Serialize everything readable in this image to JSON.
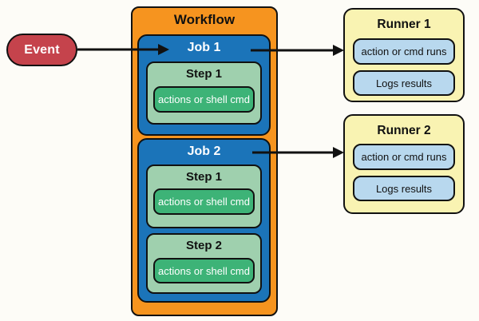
{
  "event": {
    "label": "Event"
  },
  "workflow": {
    "title": "Workflow",
    "jobs": [
      {
        "title": "Job 1",
        "steps": [
          {
            "title": "Step 1",
            "command": "actions or shell cmd"
          }
        ]
      },
      {
        "title": "Job 2",
        "steps": [
          {
            "title": "Step 1",
            "command": "actions or shell cmd"
          },
          {
            "title": "Step 2",
            "command": "actions or shell cmd"
          }
        ]
      }
    ]
  },
  "runners": [
    {
      "title": "Runner 1",
      "items": [
        "action or cmd runs",
        "Logs results"
      ]
    },
    {
      "title": "Runner 2",
      "items": [
        "action or cmd runs",
        "Logs results"
      ]
    }
  ],
  "palette": {
    "background": "#fdfcf7",
    "event_fill": "#c5434c",
    "workflow_fill": "#f6941f",
    "job_fill": "#1b74b9",
    "step_fill": "#9fd0ae",
    "command_fill": "#3db377",
    "runner_fill": "#f9f3b2",
    "runner_item_fill": "#b8d8ee",
    "outline": "#111111",
    "arrow": "#111111",
    "job_text": "#ffffff",
    "event_text": "#ffffff",
    "command_text": "#ffffff",
    "title_text": "#111111"
  }
}
